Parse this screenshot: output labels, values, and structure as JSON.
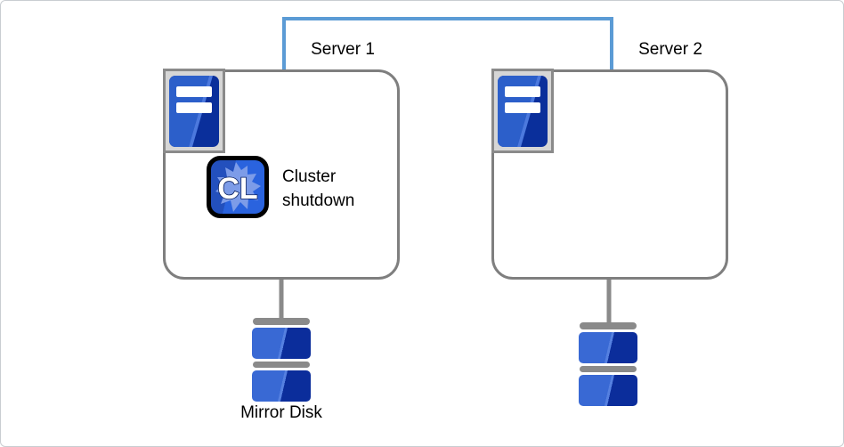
{
  "diagram": {
    "servers": [
      {
        "label": "Server 1",
        "annotation": "Cluster shutdown"
      },
      {
        "label": "Server 2"
      }
    ],
    "cluster_icon": {
      "text": "CL"
    },
    "storage": {
      "label": "Mirror Disk"
    },
    "colors": {
      "link_blue": "#5B9BD5",
      "stem_gray": "#8a8a8a",
      "box_border": "#7f7f7f",
      "disk_blue": "#3969d4",
      "disk_navy": "#0b2d9b",
      "icon_blue": "#2a63de"
    }
  }
}
